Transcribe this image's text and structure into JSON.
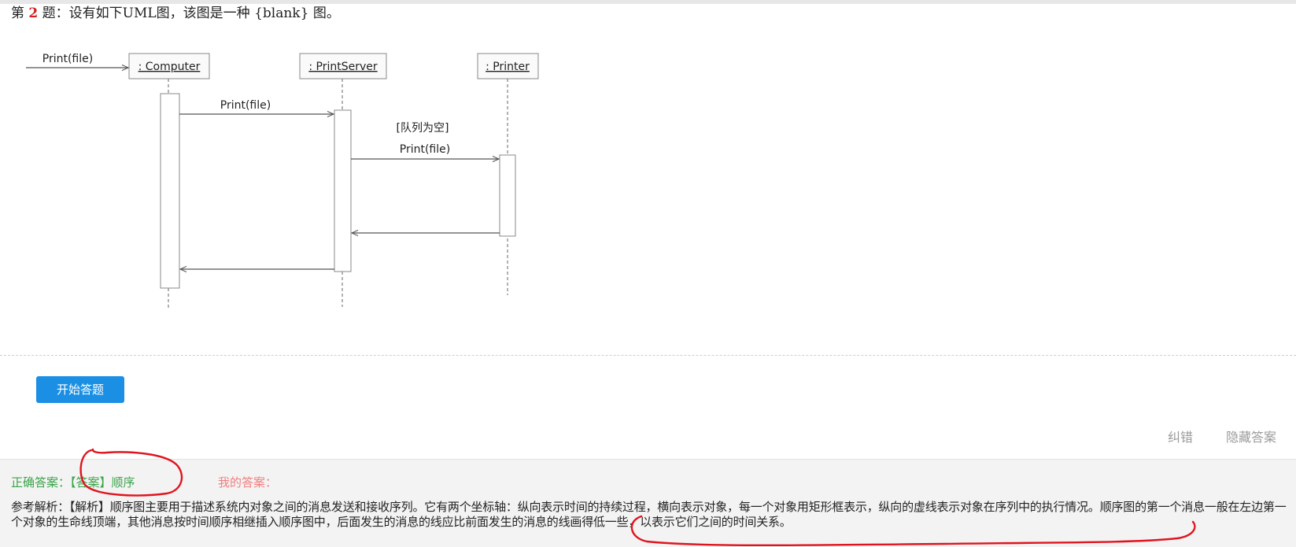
{
  "question": {
    "prefix": "第",
    "number": "2",
    "text": "题：设有如下UML图，该图是一种 {blank} 图。"
  },
  "diagram": {
    "objects": [
      ": Computer",
      ": PrintServer",
      ": Printer"
    ],
    "messages": {
      "incoming": "Print(file)",
      "computer_to_server": "Print(file)",
      "guard": "[队列为空]",
      "server_to_printer": "Print(file)"
    }
  },
  "buttons": {
    "start": "开始答题"
  },
  "actions": {
    "report": "纠错",
    "hide": "隐藏答案"
  },
  "answer": {
    "correct_label": "正确答案：",
    "correct_value": "【答案】顺序",
    "my_label": "我的答案：",
    "analysis": "参考解析：【解析】顺序图主要用于描述系统内对象之间的消息发送和接收序列。它有两个坐标轴：纵向表示时间的持续过程，横向表示对象，每一个对象用矩形框表示，纵向的虚线表示对象在序列中的执行情况。顺序图的第一个消息一般在左边第一个对象的生命线顶端，其他消息按时间顺序相继插入顺序图中，后面发生的消息的线应比前面发生的消息的线画得低一些，以表示它们之间的时间关系。"
  },
  "colors": {
    "question_number": "#d42020",
    "start_button": "#1a8fe3",
    "correct": "#3aa44a",
    "my_answer": "#f07f7f",
    "annotation": "#e0141e"
  }
}
